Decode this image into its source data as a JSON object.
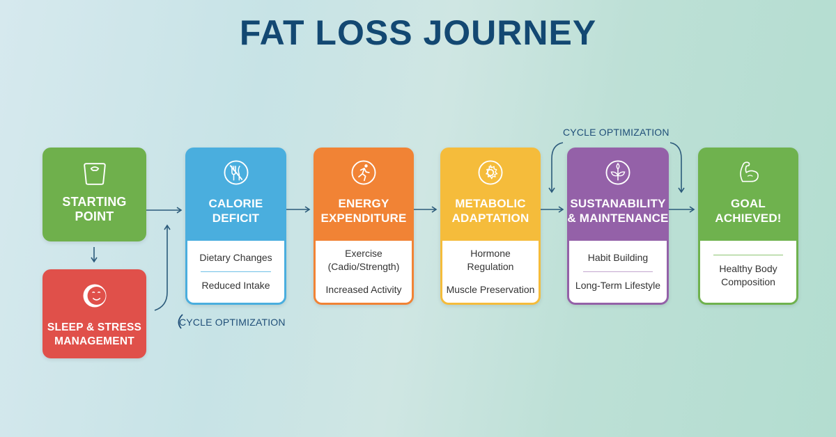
{
  "title": "FAT LOSS JOURNEY",
  "colors": {
    "title": "#134872",
    "arrow": "#2b5a7a",
    "green": "#6fb04c",
    "red": "#e0504a",
    "blue": "#4aaede",
    "orange": "#f18335",
    "yellow": "#f5bc3b",
    "purple": "#9461a8",
    "goal_green": "#6fb24e"
  },
  "cycle_labels": {
    "top": "CYCLE OPTIMIZATION",
    "bottom": "CYCLE OPTIMIZATION"
  },
  "stages": {
    "starting_point": {
      "label": "STARTING POINT",
      "line1": "STARTING",
      "line2": "POINT",
      "icon": "scale-icon"
    },
    "sleep_stress": {
      "line1": "SLEEP & STRESS",
      "line2": "MANAGEMENT",
      "icon": "smiley-face-icon"
    },
    "calorie_deficit": {
      "line1": "CALORIE",
      "line2": "DEFICIT",
      "icon": "no-food-icon",
      "items": [
        "Dietary Changes",
        "Reduced Intake"
      ]
    },
    "energy_expenditure": {
      "line1": "ENERGY",
      "line2": "EXPENDITURE",
      "icon": "running-person-icon",
      "items": [
        "Exercise",
        "(Cadio/Strength)",
        "Increased Activity"
      ]
    },
    "metabolic_adaptation": {
      "line1": "METABOLIC",
      "line2": "ADAPTATION",
      "icon": "gear-icon",
      "items": [
        "Hormone",
        "Regulation",
        "Muscle Preservation"
      ]
    },
    "sustainability": {
      "line1": "SUSTANABILITY",
      "line2": "& MAINTENANCE",
      "icon": "plant-icon",
      "items": [
        "Habit Building",
        "Long-Term Lifestyle"
      ]
    },
    "goal": {
      "line1": "GOAL",
      "line2": "ACHIEVED!",
      "icon": "flexed-arm-icon",
      "items": [
        "Healthy Body",
        "Composition"
      ]
    }
  }
}
